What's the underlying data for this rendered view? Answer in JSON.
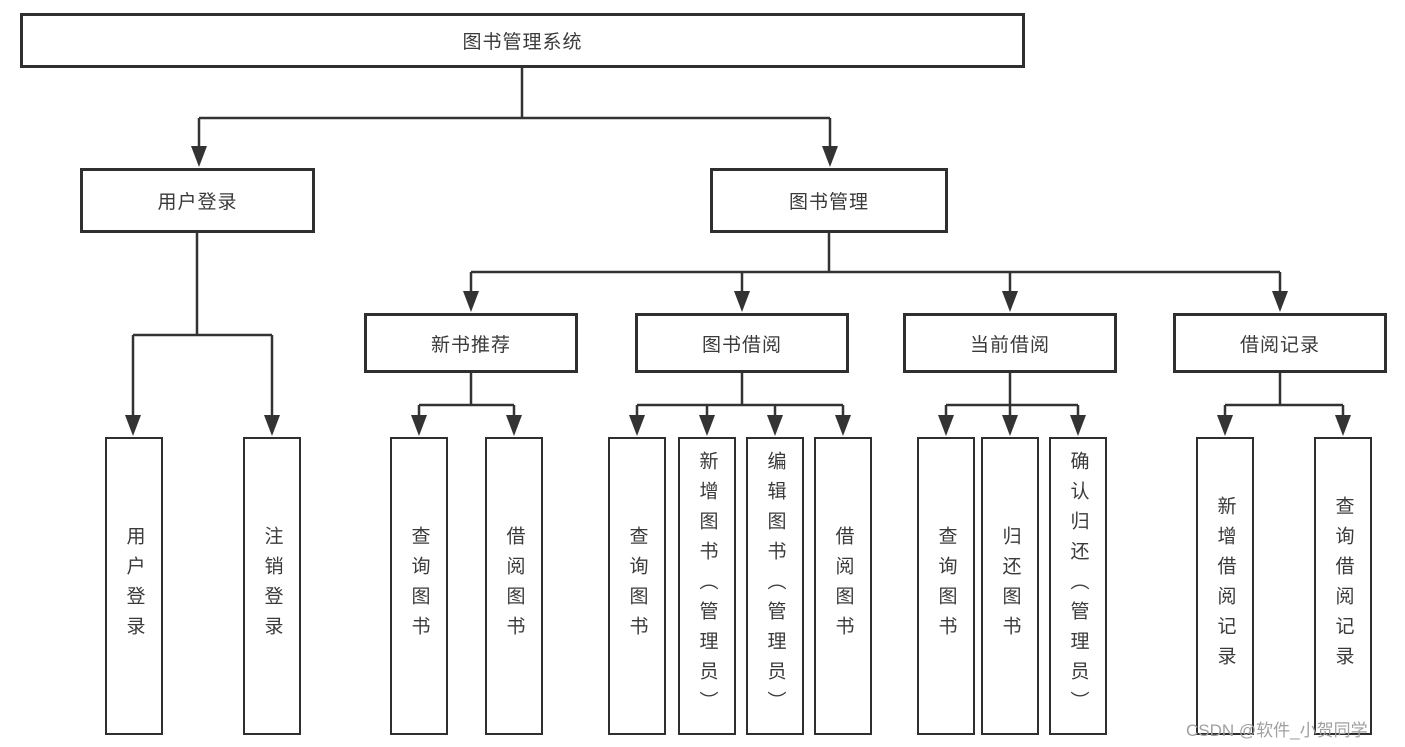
{
  "diagram": {
    "root": "图书管理系统",
    "level2": [
      "用户登录",
      "图书管理"
    ],
    "level3": [
      "新书推荐",
      "图书借阅",
      "当前借阅",
      "借阅记录"
    ],
    "leaves": [
      "用户登录",
      "注销登录",
      "查询图书",
      "借阅图书",
      "查询图书",
      "新增图书（管理员）",
      "编辑图书（管理员）",
      "借阅图书",
      "查询图书",
      "归还图书",
      "确认归还（管理员）",
      "新增借阅记录",
      "查询借阅记录"
    ]
  },
  "watermark": "CSDN @软件_小贺同学",
  "colors": {
    "background": "#ffffff",
    "line": "#333333",
    "box_border": "#2f2f2f",
    "text": "#3a3a3a",
    "watermark": "#a0a0a0"
  }
}
